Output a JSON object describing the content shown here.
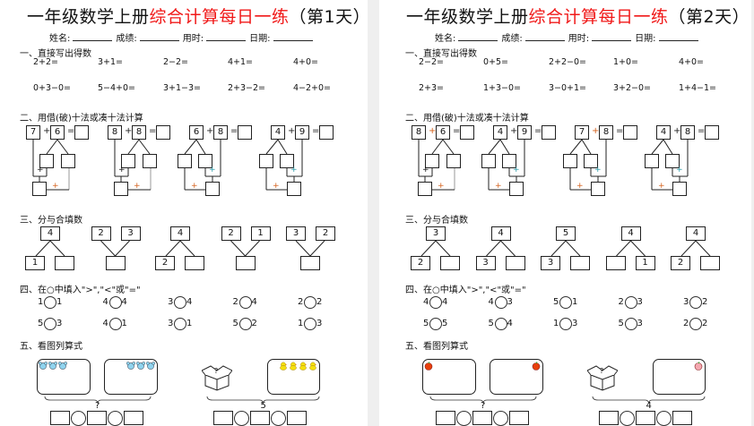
{
  "pages": [
    {
      "title_black": "一年级数学上册",
      "title_red": "综合计算每日一练",
      "title_suffix": "（第1天）",
      "info_labels": [
        "姓名:",
        "成绩:",
        "用时:",
        "日期:"
      ],
      "headings": [
        "一、直接写出得数",
        "二、用借(破)十法或凑十法计算",
        "三、分与合填数",
        "四、在○中填入\">\",\"<\"或\"=\"",
        "五、看图列算式"
      ],
      "direct": [
        [
          "2+2=",
          "3+1=",
          "2−2=",
          "4+1=",
          "4+0="
        ],
        [
          "0+3−0=",
          "5−4+0=",
          "3+1−3=",
          "2+3−2=",
          "4−2+0="
        ]
      ],
      "split_diagrams": [
        {
          "a": "7",
          "b": "6",
          "split": "b"
        },
        {
          "a": "8",
          "b": "8",
          "split": "b"
        },
        {
          "a": "6",
          "b": "8",
          "split": "a"
        },
        {
          "a": "4",
          "b": "9",
          "split": "a"
        }
      ],
      "number_bonds": [
        {
          "top": [
            "4"
          ],
          "bottom": [
            "1",
            ""
          ]
        },
        {
          "top": [
            "2",
            "3"
          ],
          "bottom": [
            ""
          ]
        },
        {
          "top": [
            "4"
          ],
          "bottom": [
            "2",
            ""
          ]
        },
        {
          "top": [
            "2",
            "1"
          ],
          "bottom": [
            ""
          ]
        },
        {
          "top": [
            "3",
            "2"
          ],
          "bottom": [
            ""
          ]
        }
      ],
      "compare": [
        [
          [
            "1",
            "1"
          ],
          [
            "4",
            "4"
          ],
          [
            "3",
            "4"
          ],
          [
            "2",
            "4"
          ],
          [
            "2",
            "2"
          ]
        ],
        [
          [
            "5",
            "3"
          ],
          [
            "4",
            "1"
          ],
          [
            "3",
            "1"
          ],
          [
            "5",
            "2"
          ],
          [
            "1",
            "3"
          ]
        ]
      ],
      "picture_problems": [
        {
          "type": "two-groups",
          "left_icon": "mouse",
          "left_count": 3,
          "right_icon": "mouse",
          "right_count": 3,
          "total": "?"
        },
        {
          "type": "box-and-group",
          "box_label": "?",
          "right_icon": "chick",
          "right_count": 4,
          "total": "5"
        }
      ]
    },
    {
      "title_black": "一年级数学上册",
      "title_red": "综合计算每日一练",
      "title_suffix": "（第2天）",
      "info_labels": [
        "姓名:",
        "成绩:",
        "用时:",
        "日期:"
      ],
      "headings": [
        "一、直接写出得数",
        "二、用借(破)十法或凑十法计算",
        "三、分与合填数",
        "四、在○中填入\">\",\"<\"或\"=\"",
        "五、看图列算式"
      ],
      "direct": [
        [
          "2−2=",
          "0+5=",
          "2+2−0=",
          "1+0=",
          "4+0="
        ],
        [
          "2+3=",
          "1+3−0=",
          "3−0+1=",
          "3+2−0=",
          "1+4−1="
        ]
      ],
      "split_diagrams": [
        {
          "a": "8",
          "b": "6",
          "split": "b"
        },
        {
          "a": "4",
          "b": "9",
          "split": "a"
        },
        {
          "a": "7",
          "b": "8",
          "split": "a"
        },
        {
          "a": "4",
          "b": "8",
          "split": "a"
        }
      ],
      "number_bonds": [
        {
          "top": [
            "3"
          ],
          "bottom": [
            "2",
            ""
          ]
        },
        {
          "top": [
            "4"
          ],
          "bottom": [
            "3",
            ""
          ]
        },
        {
          "top": [
            "5"
          ],
          "bottom": [
            "3",
            ""
          ]
        },
        {
          "top": [
            "4"
          ],
          "bottom": [
            "",
            "1"
          ]
        },
        {
          "top": [
            "4"
          ],
          "bottom": [
            "2",
            ""
          ]
        }
      ],
      "compare": [
        [
          [
            "4",
            "4"
          ],
          [
            "4",
            "3"
          ],
          [
            "5",
            "1"
          ],
          [
            "2",
            "3"
          ],
          [
            "3",
            "2"
          ]
        ],
        [
          [
            "5",
            "5"
          ],
          [
            "5",
            "4"
          ],
          [
            "1",
            "3"
          ],
          [
            "5",
            "3"
          ],
          [
            "2",
            "2"
          ]
        ]
      ],
      "picture_problems": [
        {
          "type": "two-groups",
          "left_icon": "apple",
          "left_count": 1,
          "right_icon": "apple",
          "right_count": 1,
          "total": "?"
        },
        {
          "type": "box-and-group",
          "box_label": "?",
          "right_icon": "peach",
          "right_count": 1,
          "total": "4"
        }
      ]
    }
  ],
  "colors": {
    "title_red": "#f01818",
    "mouse": "#8fd3ee",
    "chick": "#f5e010",
    "apple": "#e8400c",
    "peach": "#f4a8b0"
  }
}
